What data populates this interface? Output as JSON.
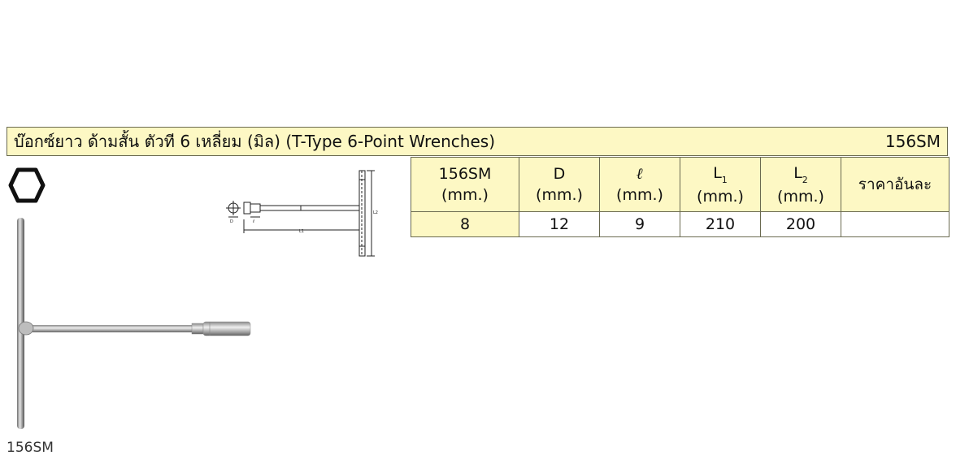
{
  "header": {
    "title": "บ๊อกซ์ยาว ด้ามสั้น ตัวที 6 เหลี่ยม (มิล) (T-Type 6-Point Wrenches)",
    "model": "156SM"
  },
  "table": {
    "headers": [
      {
        "top": "156SM",
        "bottom": "(mm.)"
      },
      {
        "top": "D",
        "bottom": "(mm.)"
      },
      {
        "top": "ℓ",
        "bottom": "(mm.)"
      },
      {
        "top": "L",
        "sub": "1",
        "bottom": "(mm.)"
      },
      {
        "top": "L",
        "sub": "2",
        "bottom": "(mm.)"
      },
      {
        "top": "ราคาอันละ"
      }
    ],
    "rows": [
      [
        "8",
        "12",
        "9",
        "210",
        "200",
        ""
      ]
    ]
  },
  "diagram": {
    "label_d": "D",
    "label_l": "ℓ",
    "label_l1": "L1",
    "label_l2": "L2"
  },
  "product": {
    "caption": "156SM"
  }
}
